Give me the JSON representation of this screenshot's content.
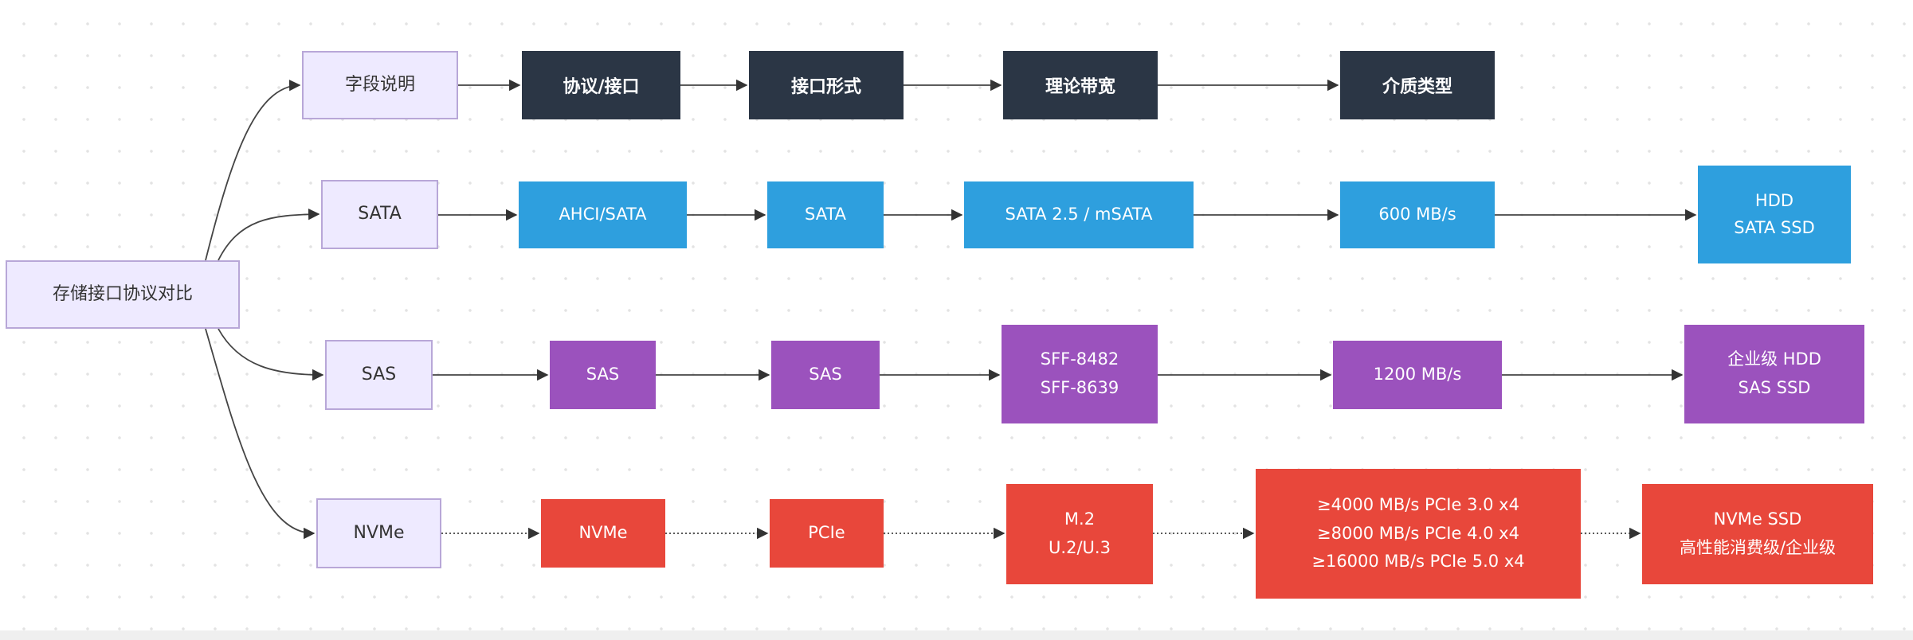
{
  "root": {
    "label": "存储接口协议对比"
  },
  "rows": [
    {
      "id": "header",
      "label": "字段说明",
      "cells": [
        "协议/接口",
        "接口形式",
        "理论带宽",
        "介质类型"
      ]
    },
    {
      "id": "sata",
      "label": "SATA",
      "cells": [
        "AHCI/SATA",
        "SATA",
        "SATA 2.5 / mSATA",
        "600 MB/s",
        "HDD\nSATA SSD"
      ]
    },
    {
      "id": "sas",
      "label": "SAS",
      "cells": [
        "SAS",
        "SAS",
        "SFF-8482\nSFF-8639",
        "1200 MB/s",
        "企业级 HDD\nSAS SSD"
      ]
    },
    {
      "id": "nvme",
      "label": "NVMe",
      "cells": [
        "NVMe",
        "PCIe",
        "M.2\nU.2/U.3",
        "≥4000 MB/s PCIe 3.0 x4\n≥8000 MB/s PCIe 4.0 x4\n≥16000 MB/s PCIe 5.0 x4",
        "NVMe SSD\n高性能消费级/企业级"
      ]
    }
  ],
  "colors": {
    "header": "#2b3645",
    "sata": "#2e9fde",
    "sas": "#9b52bd",
    "nvme": "#e8473b",
    "label_fill": "#eeeaff",
    "label_border": "#b8a7d8"
  }
}
